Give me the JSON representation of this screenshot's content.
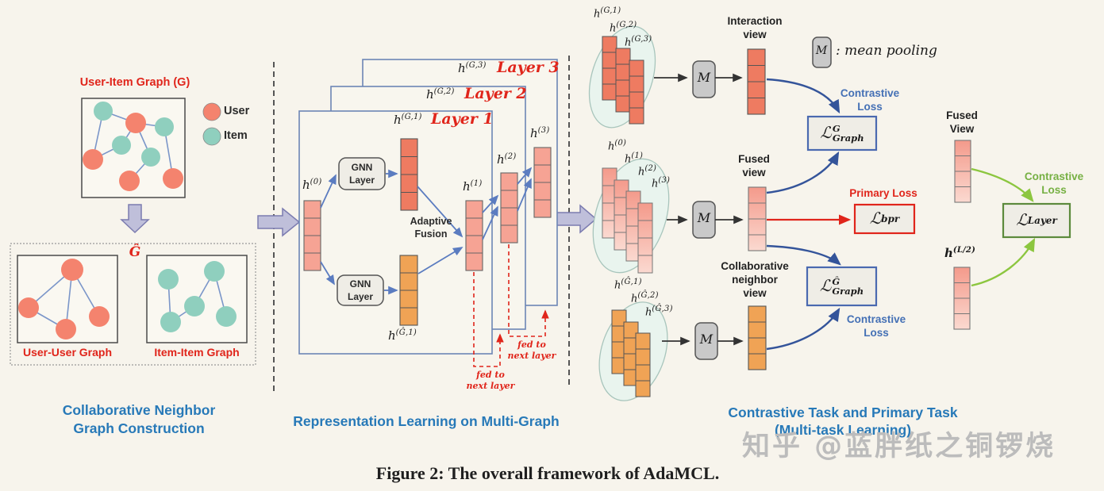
{
  "figure_caption": "Figure 2: The overall framework of AdaMCL.",
  "watermark": "知乎 @蓝胖纸之铜锣烧",
  "left": {
    "title": "User-Item Graph (G)",
    "legend": {
      "user": "User",
      "item": "Item"
    },
    "ghat": "Ĝ",
    "user_user_caption": "User-User Graph",
    "item_item_caption": "Item-Item Graph",
    "caption": [
      "Collaborative Neighbor",
      "Graph Construction"
    ]
  },
  "middle": {
    "layers": [
      "Layer 1",
      "Layer 2",
      "Layer 3"
    ],
    "gnn": [
      "GNN",
      "Layer"
    ],
    "adaptive": [
      "Adaptive",
      "Fusion"
    ],
    "fed": [
      "fed to",
      "next layer"
    ],
    "caption": "Representation Learning on Multi-Graph",
    "h": {
      "h0": {
        "base": "h",
        "sup": "(0)"
      },
      "h1": {
        "base": "h",
        "sup": "(1)"
      },
      "h2": {
        "base": "h",
        "sup": "(2)"
      },
      "h3": {
        "base": "h",
        "sup": "(3)"
      },
      "hg1": {
        "base": "h",
        "sup": "(G,1)"
      },
      "hg2": {
        "base": "h",
        "sup": "(G,2)"
      },
      "hg3": {
        "base": "h",
        "sup": "(G,3)"
      },
      "hghat1": {
        "base": "h",
        "sup": "(Ĝ,1)"
      },
      "hghat2": {
        "base": "h",
        "sup": "(Ĝ,2)"
      },
      "hghat3": {
        "base": "h",
        "sup": "(Ĝ,3)"
      },
      "hL2": {
        "base": "h",
        "sup": "(L/2)"
      }
    }
  },
  "right": {
    "views": {
      "interaction": [
        "Interaction",
        "view"
      ],
      "fused": [
        "Fused",
        "view"
      ],
      "collaborative": [
        "Collaborative",
        "neighbor",
        "view"
      ],
      "fused_right": [
        "Fused",
        "View"
      ]
    },
    "losses": {
      "graph": {
        "l": "ℒ",
        "sup": "G",
        "sub": "Graph"
      },
      "graph_hat": {
        "l": "ℒ",
        "sup": "Ĝ",
        "sub": "Graph"
      },
      "bpr": {
        "l": "ℒ",
        "sub": "bpr"
      },
      "layer": {
        "l": "ℒ",
        "sub": "Layer"
      }
    },
    "labels": {
      "contrastive": [
        "Contrastive",
        "Loss"
      ],
      "primary": "Primary Loss",
      "pool_m": "M",
      "pool_desc": ": mean pooling"
    },
    "caption": [
      "Contrastive Task and Primary Task",
      "(Multi-task Learning)"
    ]
  },
  "colors": {
    "background": "#F7F4EC",
    "user_node": "#F4836E",
    "item_node": "#8FCFBE",
    "salmon_bar": "#EE7B61",
    "pink_bar": "#F6A394",
    "orange_bar": "#F0A355",
    "blue_line": "#5B7CC0",
    "navy_curve": "#34549A",
    "green_curve": "#8CC63F",
    "red_accent": "#E0251B",
    "blue_caption": "#2779B8",
    "lavender_arrow": "#BFBFDA"
  }
}
